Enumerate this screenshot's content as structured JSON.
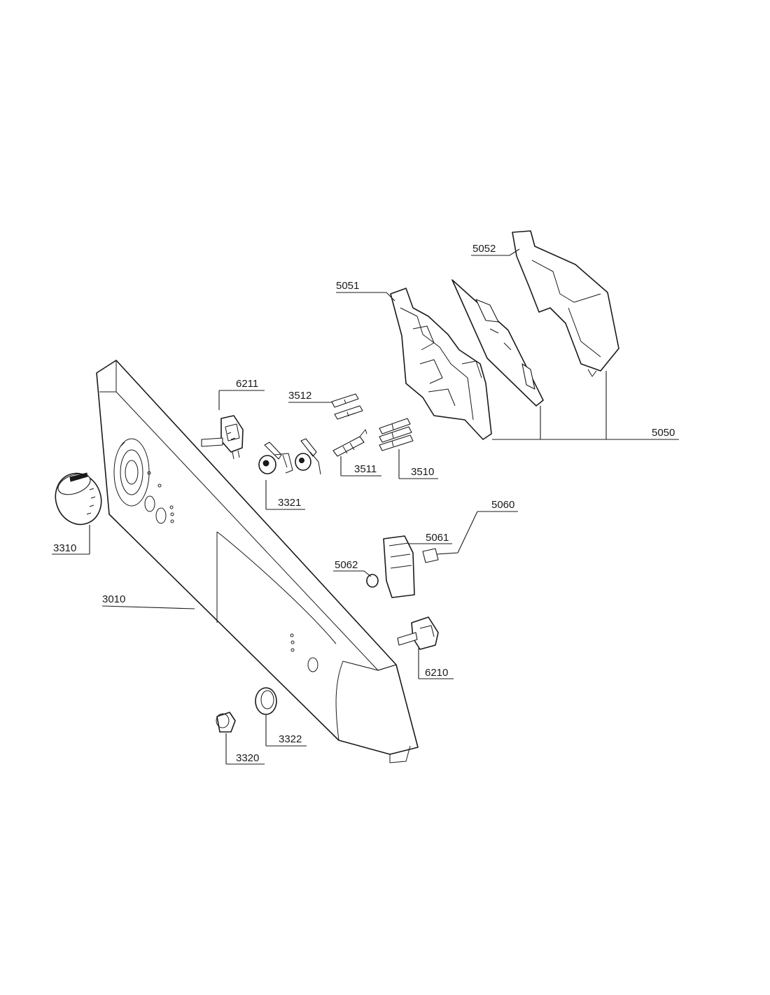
{
  "labels": {
    "p5052": "5052",
    "p5051": "5051",
    "p6211": "6211",
    "p3512": "3512",
    "p5050": "5050",
    "p3511": "3511",
    "p3510": "3510",
    "p3321": "3321",
    "p5060": "5060",
    "p5061": "5061",
    "p5062": "5062",
    "p3310": "3310",
    "p3010": "3010",
    "p6210": "6210",
    "p3322": "3322",
    "p3320": "3320"
  }
}
